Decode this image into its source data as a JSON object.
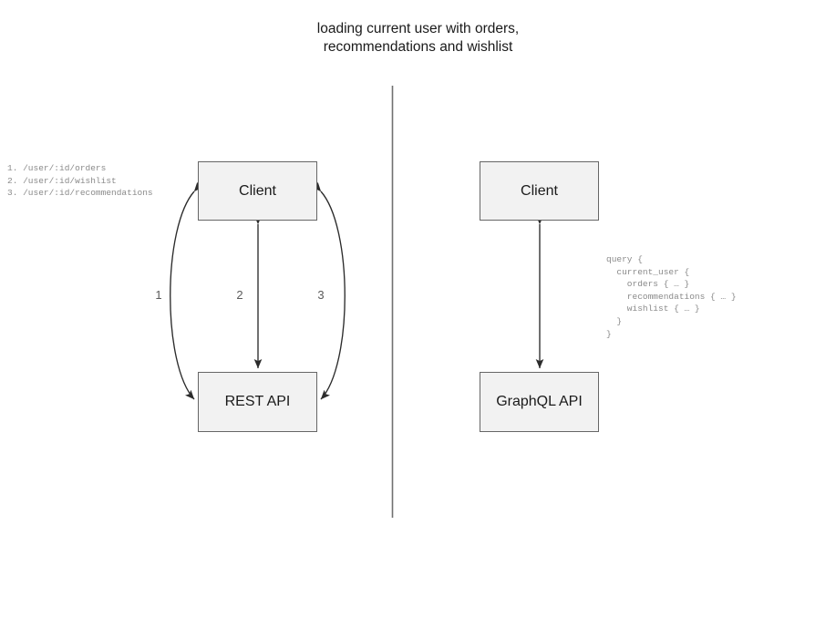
{
  "diagram": {
    "title": "loading current user with orders,\nrecommendations and wishlist",
    "divider": {
      "name": "vertical-divider",
      "color": "#707070"
    },
    "left_panel": {
      "nodes": {
        "client": "Client",
        "api": "REST API"
      },
      "edges": [
        {
          "id": "1",
          "label": "1"
        },
        {
          "id": "2",
          "label": "2"
        },
        {
          "id": "3",
          "label": "3"
        }
      ],
      "endpoints_text": "1. /user/:id/orders\n2. /user/:id/wishlist\n3. /user/:id/recommendations"
    },
    "right_panel": {
      "nodes": {
        "client": "Client",
        "api": "GraphQL API"
      },
      "query_text": "query {\n  current_user {\n    orders { … }\n    recommendations { … }\n    wishlist { … }\n  }\n}"
    },
    "colors": {
      "node_fill": "#f2f2f2",
      "node_stroke": "#666666",
      "arrow_stroke": "#2b2b2b",
      "annotation_text": "#8a8a8a",
      "title_text": "#1a1a1a"
    }
  }
}
